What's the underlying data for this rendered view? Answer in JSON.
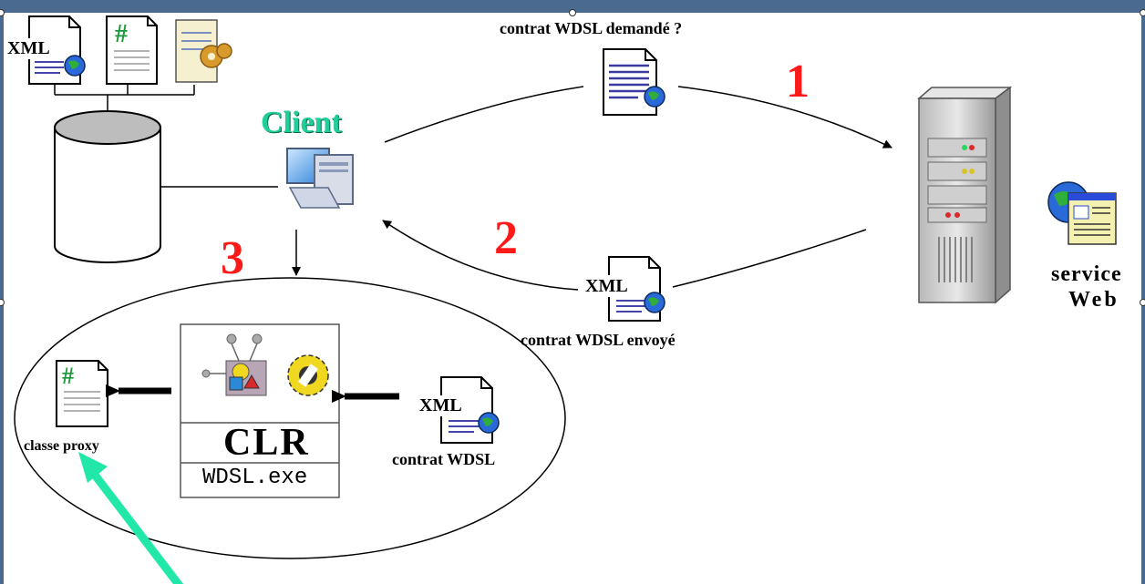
{
  "labels": {
    "request": "contrat WDSL demandé ?",
    "client": "Client",
    "sent": "contrat WDSL envoyé",
    "service_line1": "service",
    "service_line2": "Web",
    "proxy": "classe proxy",
    "clr": "CLR",
    "wdsl_exe": "WDSL.exe",
    "contract": "contrat WDSL",
    "xml_tag": "XML",
    "hash_tag": "#"
  },
  "steps": [
    "1",
    "2",
    "3"
  ],
  "colors": {
    "frame": "#4a6a90",
    "step_number": "#ff1a1a",
    "client_label": "#1fce9a",
    "highlight_arrow": "#21e8a8"
  },
  "icons": [
    "xml-document-icon",
    "csharp-file-icon",
    "config-notepad-icon",
    "database-icon",
    "client-computer-icon",
    "server-tower-icon",
    "web-service-app-icon",
    "wsdl-tool-icon"
  ]
}
